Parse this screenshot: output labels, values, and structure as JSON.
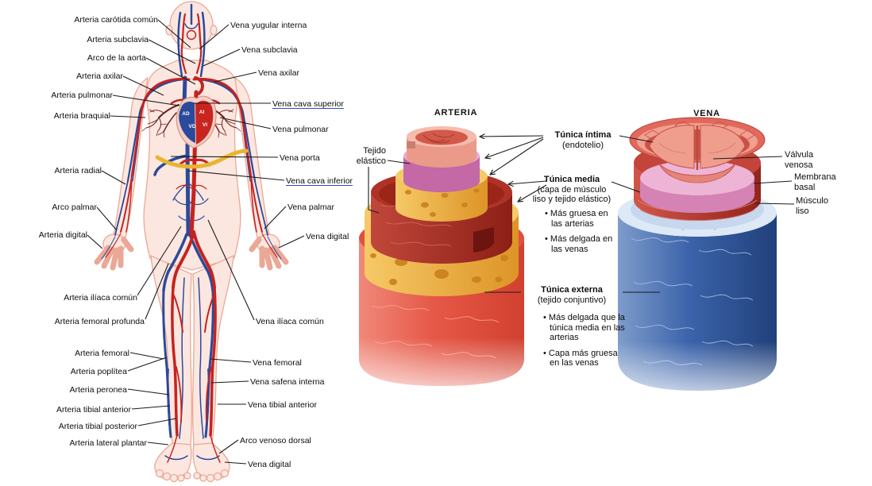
{
  "body_diagram": {
    "heart_chambers": [
      {
        "label": "AD"
      },
      {
        "label": "AI"
      },
      {
        "label": "VD"
      },
      {
        "label": "VI"
      }
    ],
    "artery_labels": [
      {
        "label": "Arteria carótida común"
      },
      {
        "label": "Arteria subclavia"
      },
      {
        "label": "Arco de la aorta"
      },
      {
        "label": "Arteria axilar"
      },
      {
        "label": "Arteria pulmonar"
      },
      {
        "label": "Arteria braquial"
      },
      {
        "label": "Arteria radial"
      },
      {
        "label": "Arco palmar"
      },
      {
        "label": "Arteria digital"
      },
      {
        "label": "Arteria ilíaca común"
      },
      {
        "label": "Arteria femoral profunda"
      },
      {
        "label": "Arteria femoral"
      },
      {
        "label": "Arteria poplítea"
      },
      {
        "label": "Arteria peronea"
      },
      {
        "label": "Arteria tibial anterior"
      },
      {
        "label": "Arteria tibial posterior"
      },
      {
        "label": "Arteria lateral plantar"
      }
    ],
    "vein_labels": [
      {
        "label": "Vena yugular interna"
      },
      {
        "label": "Vena subclavia"
      },
      {
        "label": "Vena axilar"
      },
      {
        "label": "Vena cava superior"
      },
      {
        "label": "Vena pulmonar"
      },
      {
        "label": "Vena porta"
      },
      {
        "label": "Vena cava inferior"
      },
      {
        "label": "Vena palmar"
      },
      {
        "label": "Vena digital"
      },
      {
        "label": "Vena ilíaca común"
      },
      {
        "label": "Vena femoral"
      },
      {
        "label": "Vena safena interna"
      },
      {
        "label": "Vena tibial anterior"
      },
      {
        "label": "Arco venoso dorsal"
      },
      {
        "label": "Vena digital"
      }
    ]
  },
  "vessel_diagram": {
    "artery_title": "ARTERIA",
    "vein_title": "VENA",
    "tejido_elastico_label": "Tejido elástico",
    "tunica_intima": {
      "title": "Túnica íntima",
      "subtitle": "(endotelio)"
    },
    "tunica_media": {
      "title": "Túnica media",
      "subtitle_1": "(capa de músculo",
      "subtitle_2": "liso y tejido elástico)",
      "bullet_1": "• Más gruesa en las arterias",
      "bullet_2": "• Más delgada en las venas"
    },
    "tunica_externa": {
      "title": "Túnica externa",
      "subtitle": "(tejido conjuntivo)",
      "bullet_1": "• Más delgada que la túnica media en las arterias",
      "bullet_2": "• Capa más gruesa en las venas"
    },
    "valvula_label": "Válvula venosa",
    "membrana_label": "Membrana basal",
    "musculo_label": "Músculo liso"
  },
  "colors": {
    "artery_red": "#c42320",
    "vein_blue": "#2b4a9b",
    "link_underline": "#2a49c4",
    "elastic_yellow": "#eaa93f",
    "media_dark_red": "#a8281f",
    "intima_pink": "#c468a6",
    "vein_wall_blue": "#3b63aa",
    "body_skin": "#fce7e0"
  }
}
